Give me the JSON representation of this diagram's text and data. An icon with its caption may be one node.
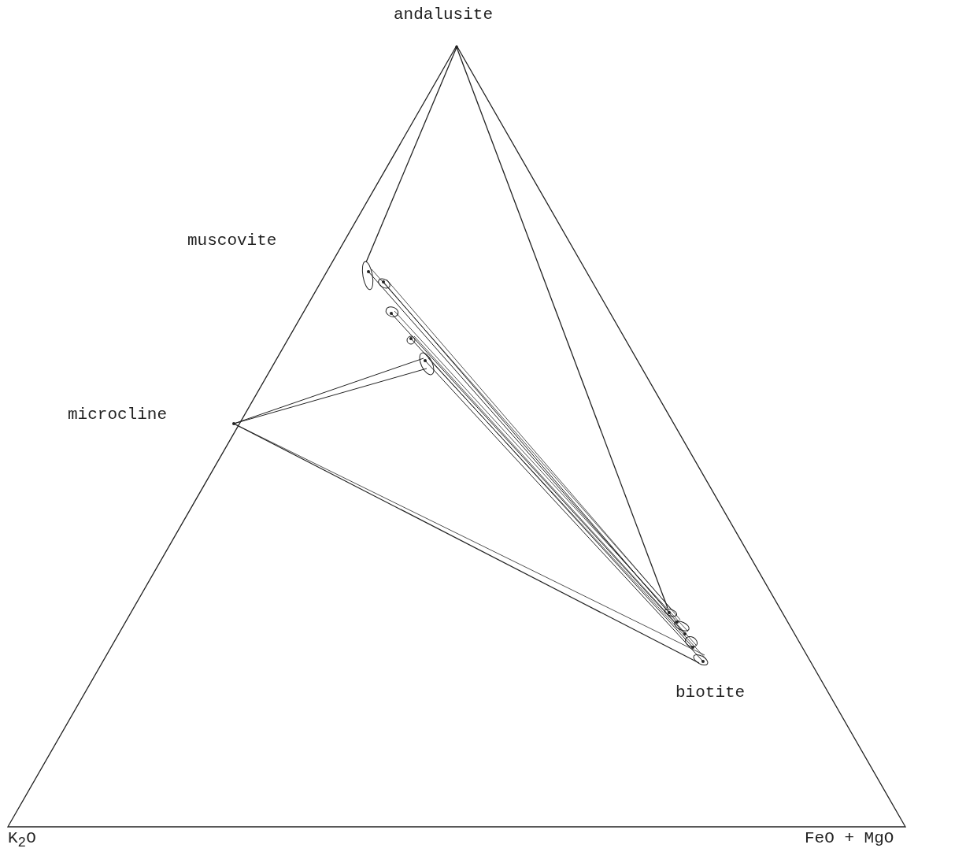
{
  "diagram": {
    "labels": [
      "andalusite",
      "muscovite",
      "microcline",
      "biotite",
      "K$_{2}$O",
      "FeO + MgO"
    ]
  }
}
